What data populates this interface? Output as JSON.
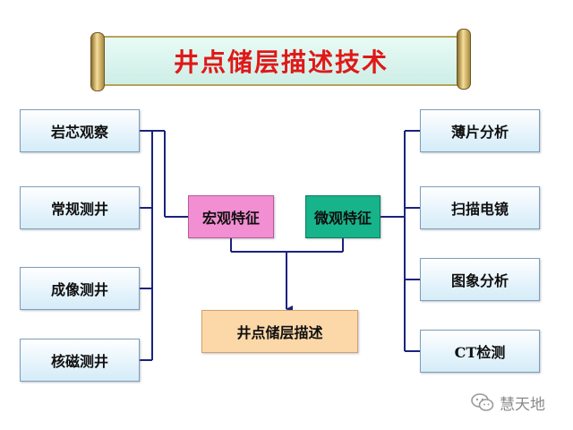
{
  "title": "井点储层描述技术",
  "left_methods": [
    "岩芯观察",
    "常规测井",
    "成像测井",
    "核磁测井"
  ],
  "right_methods": [
    "薄片分析",
    "扫描电镜",
    "图象分析",
    "CT检测"
  ],
  "macro_label": "宏观特征",
  "micro_label": "微观特征",
  "result_label": "井点储层描述",
  "watermark": {
    "text": "慧天地",
    "icon": "wechat-logo-icon"
  },
  "colors": {
    "title": "#e01818",
    "macro_box": "#f28ed2",
    "micro_box": "#17b38a",
    "result_box": "#fcd8a8",
    "method_box": "#d5ecf8",
    "connector": "#1a237e"
  }
}
